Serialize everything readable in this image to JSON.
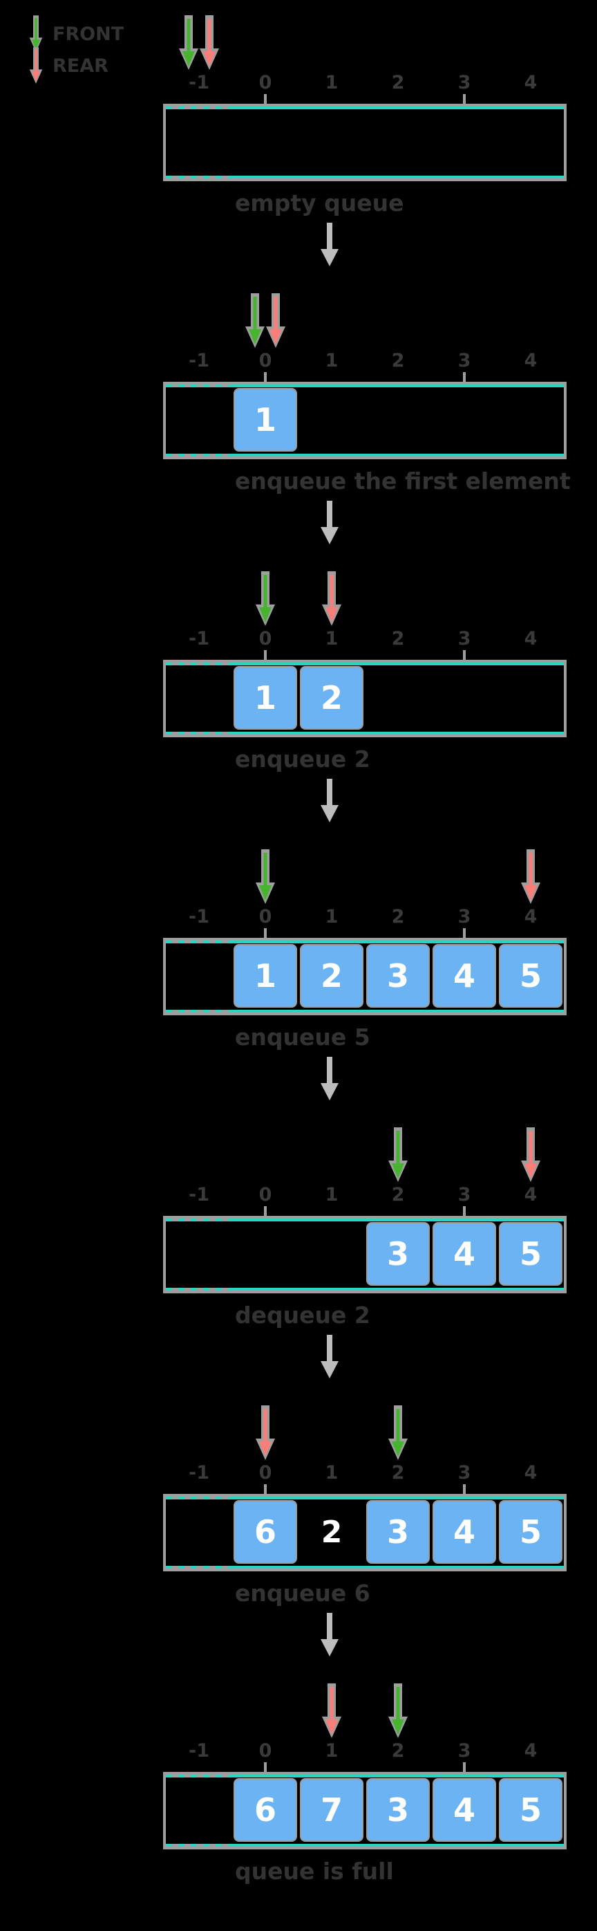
{
  "legend": {
    "front_label": "FRONT",
    "rear_label": "REAR"
  },
  "indices": [
    "-1",
    "0",
    "1",
    "2",
    "3",
    "4"
  ],
  "colors": {
    "background": "#000000",
    "front_arrow_green": "#46b42e",
    "rear_arrow_red": "#f97d78",
    "pointer_halo_gray": "#9e9e9e",
    "array_border_teal": "#28d5c3",
    "array_border_gray": "#9e9e9e",
    "cell_fill_blue": "#6cb3f3",
    "cell_text_white": "#ffffff",
    "label_text_dark": "#3a3a3a",
    "caption_text_dark": "#333333",
    "connector_gray": "#bdbdbd"
  },
  "frames": [
    {
      "caption": "empty queue",
      "front": -1,
      "rear": -1,
      "cells": []
    },
    {
      "caption": "enqueue the first element",
      "front": 0,
      "rear": 0,
      "cells": [
        {
          "index": 0,
          "value": "1"
        }
      ]
    },
    {
      "caption": "enqueue 2",
      "front": 0,
      "rear": 1,
      "cells": [
        {
          "index": 0,
          "value": "1"
        },
        {
          "index": 1,
          "value": "2"
        }
      ]
    },
    {
      "caption": "enqueue 5",
      "front": 0,
      "rear": 4,
      "cells": [
        {
          "index": 0,
          "value": "1"
        },
        {
          "index": 1,
          "value": "2"
        },
        {
          "index": 2,
          "value": "3"
        },
        {
          "index": 3,
          "value": "4"
        },
        {
          "index": 4,
          "value": "5"
        }
      ]
    },
    {
      "caption": "dequeue 2",
      "front": 2,
      "rear": 4,
      "cells": [
        {
          "index": 2,
          "value": "3"
        },
        {
          "index": 3,
          "value": "4"
        },
        {
          "index": 4,
          "value": "5"
        }
      ]
    },
    {
      "caption": "enqueue 6",
      "front": 2,
      "rear": 0,
      "cells": [
        {
          "index": 0,
          "value": "6"
        },
        {
          "index": 1,
          "value": "2",
          "ghost": true
        },
        {
          "index": 2,
          "value": "3"
        },
        {
          "index": 3,
          "value": "4"
        },
        {
          "index": 4,
          "value": "5"
        }
      ]
    },
    {
      "caption": "queue is full",
      "front": 2,
      "rear": 1,
      "cells": [
        {
          "index": 0,
          "value": "6"
        },
        {
          "index": 1,
          "value": "7"
        },
        {
          "index": 2,
          "value": "3"
        },
        {
          "index": 3,
          "value": "4"
        },
        {
          "index": 4,
          "value": "5"
        }
      ]
    }
  ]
}
